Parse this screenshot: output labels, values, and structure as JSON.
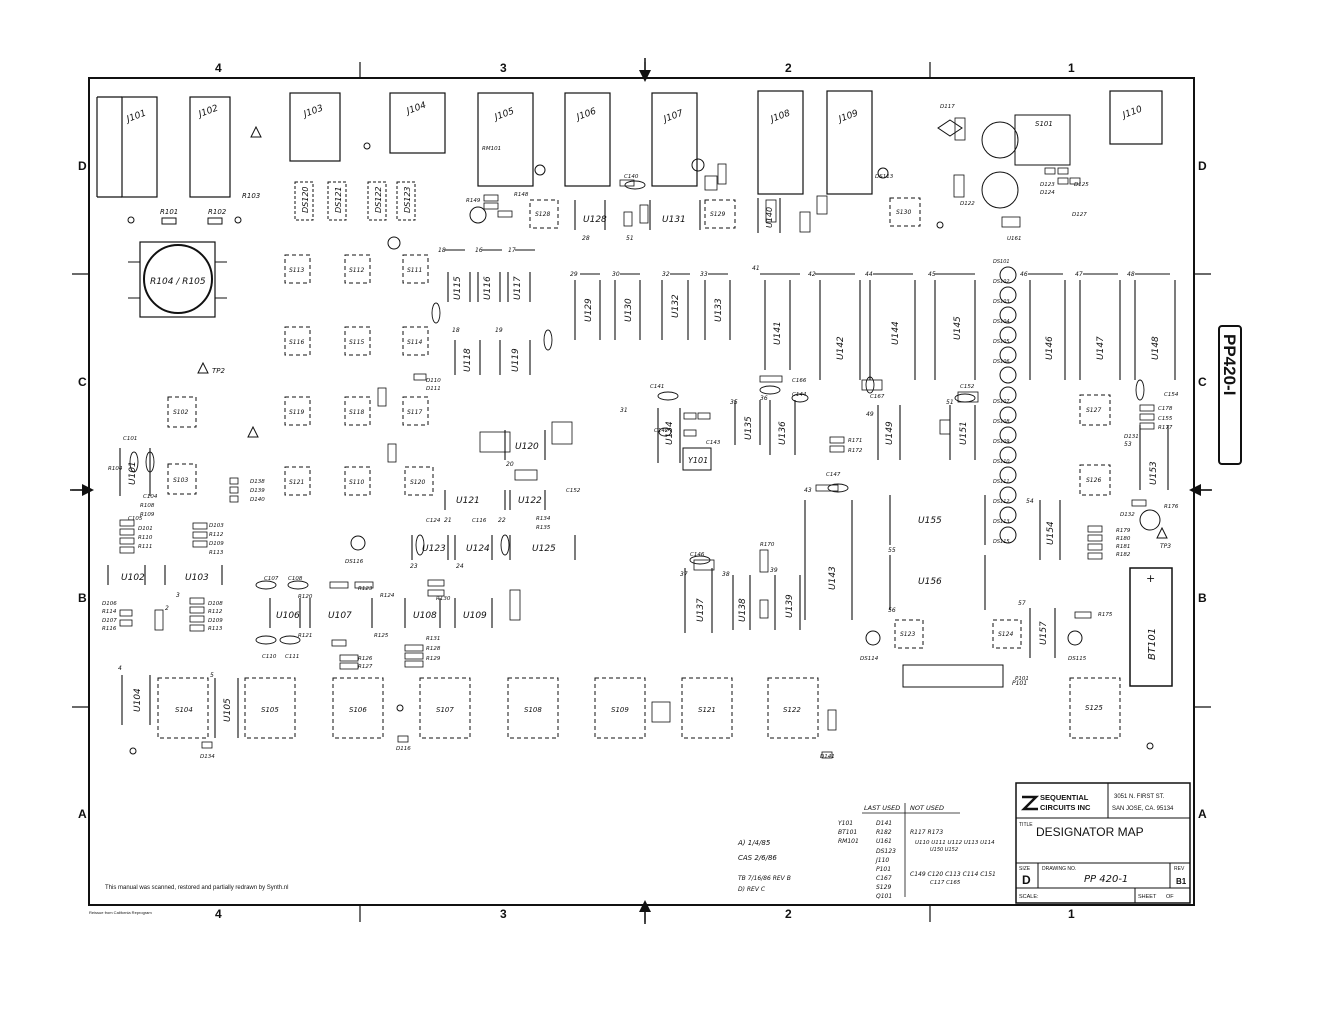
{
  "zones": {
    "columns": [
      "4",
      "3",
      "2",
      "1"
    ],
    "rows": [
      "D",
      "C",
      "B",
      "A"
    ]
  },
  "tab_label": "PP420-I",
  "connectors": [
    "J101",
    "J102",
    "J103",
    "J104",
    "J105",
    "J106",
    "J107",
    "J108",
    "J109",
    "J110"
  ],
  "switches_top": [
    "S113",
    "S112",
    "S111",
    "S116",
    "S115",
    "S114",
    "S119",
    "S118",
    "S117",
    "S102",
    "S103",
    "S121",
    "S110",
    "S120"
  ],
  "switches_bottom": [
    "S104",
    "S105",
    "S106",
    "S107",
    "S108",
    "S109",
    "S121",
    "S122",
    "S125"
  ],
  "switches_right": [
    "S101",
    "S128",
    "S129",
    "S130",
    "S127",
    "S126",
    "S123",
    "S124"
  ],
  "ds_parts": [
    "DS120",
    "DS121",
    "DS122",
    "DS123"
  ],
  "ics": [
    "U101",
    "U102",
    "U103",
    "U104",
    "U105",
    "U106",
    "U107",
    "U108",
    "U109",
    "U115",
    "U116",
    "U117",
    "U118",
    "U119",
    "U120",
    "U121",
    "U122",
    "U123",
    "U124",
    "U125",
    "U128",
    "U129",
    "U130",
    "U131",
    "U132",
    "U133",
    "U134",
    "U135",
    "U136",
    "U137",
    "U138",
    "U139",
    "U140",
    "U141",
    "U142",
    "U143",
    "U144",
    "U145",
    "U146",
    "U147",
    "U148",
    "U149",
    "U151",
    "U153",
    "U154",
    "U155",
    "U156",
    "U157"
  ],
  "misc_parts": {
    "pot": "R104 / R105",
    "tp2": "TP2",
    "tp3": "TP3",
    "crystal": "Y101",
    "battery": "BT101",
    "p101": "P101",
    "r101": "R101",
    "r102": "R102",
    "r103": "R103"
  },
  "notes": {
    "last_used_header": "LAST USED",
    "not_used_header": "NOT USED",
    "prefixes": [
      "Y101",
      "BT101",
      "RM101"
    ],
    "last_used_a": [
      "D141",
      "R182",
      "U161",
      "DS123",
      "J110",
      "P101",
      "C167",
      "S129",
      "Q101"
    ],
    "not_used_a": "R117  R173",
    "not_used_b": "U110 U111 U112 U113 U114",
    "not_used_c": "U150 U152",
    "not_used_d": "C149  C120  C113  C114  C151",
    "not_used_e": "C117     C165",
    "handwritten_1": "A) 1/4/85",
    "handwritten_2": "CAS 2/6/86",
    "handwritten_3": "TB 7/16/86  REV B",
    "handwritten_4": "D)  REV C"
  },
  "title_block": {
    "company_line1": "SEQUENTIAL",
    "company_line2": "CIRCUITS INC",
    "address_line1": "3051 N. FIRST ST.",
    "address_line2": "SAN JOSE, CA. 95134",
    "title_caption": "TITLE",
    "title": "DESIGNATOR MAP",
    "size_caption": "SIZE",
    "size": "D",
    "drawing_no_caption": "DRAWING NO.",
    "drawing_no": "PP 420-1",
    "rev_caption": "REV",
    "rev": "B1",
    "scale_caption": "SCALE:",
    "sheet_caption": "SHEET",
    "of_caption": "OF"
  },
  "footer_credit": "This manual was scanned, restored and partially redrawn by Synth.nl",
  "footer_small": "Reissue from California Reprogram"
}
